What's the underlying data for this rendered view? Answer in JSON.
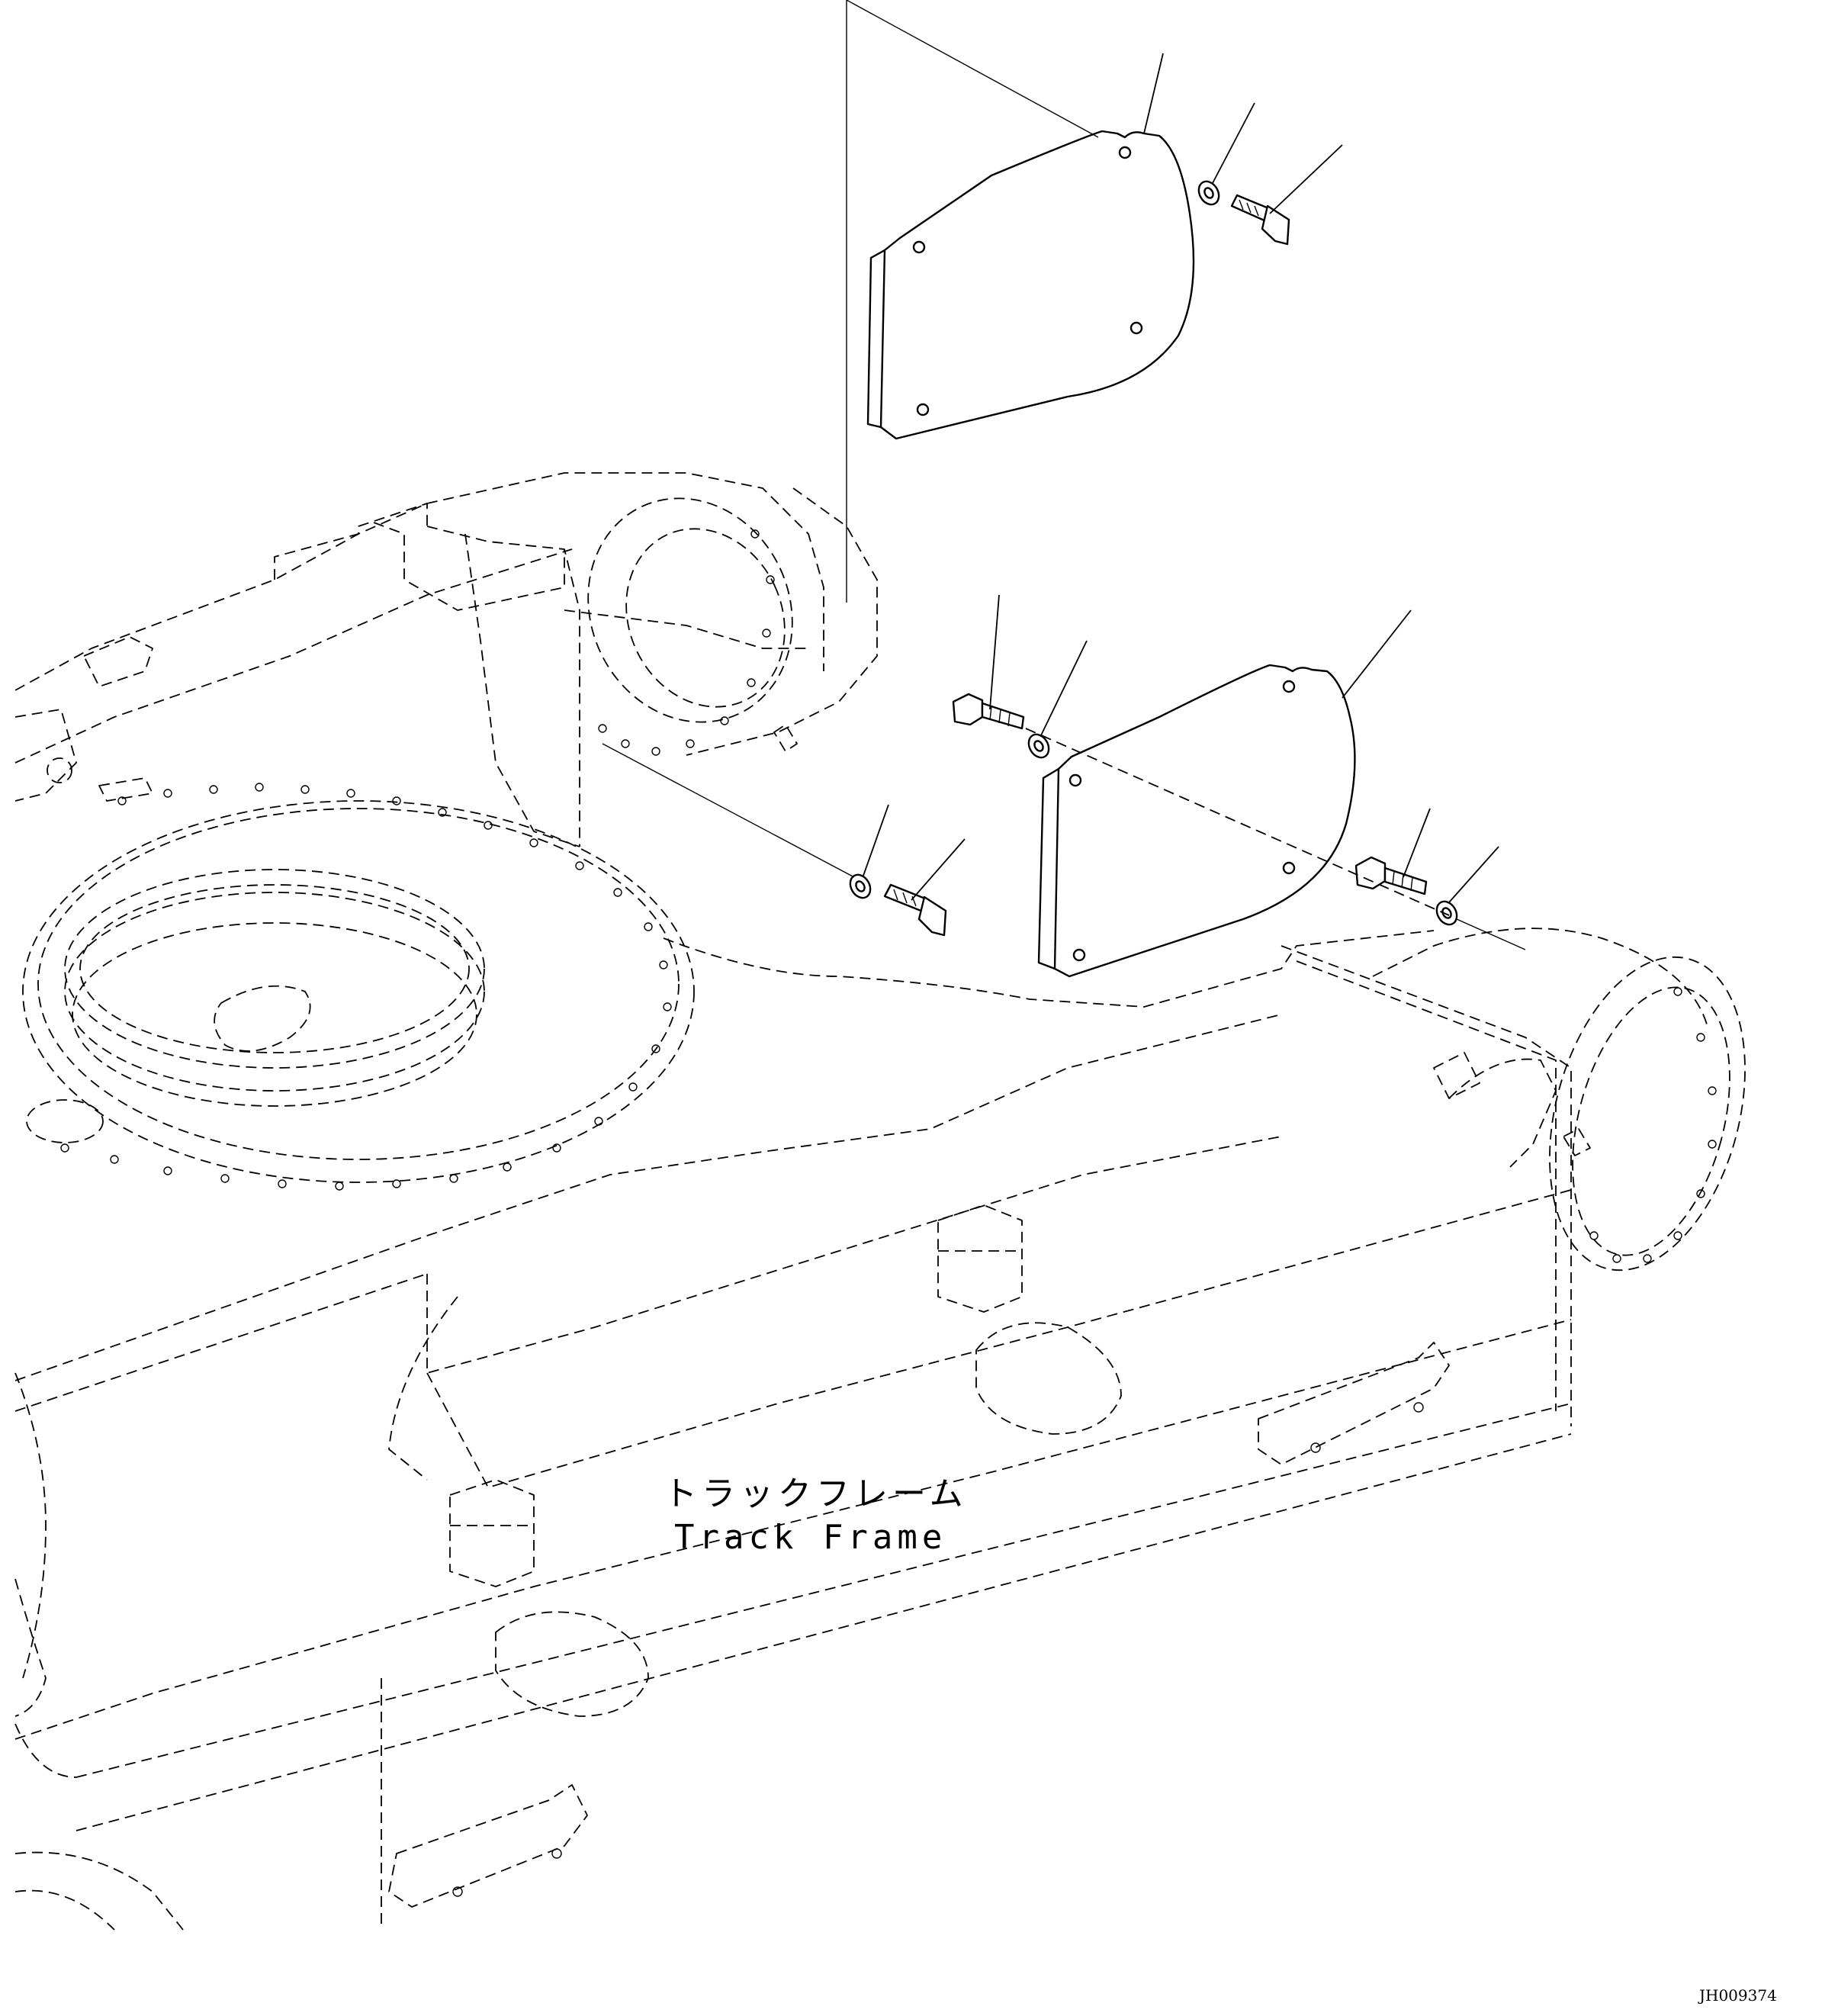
{
  "callout": {
    "japanese": "トラックフレーム",
    "english": "Track Frame"
  },
  "drawing_number": "JH009374",
  "colors": {
    "line": "#000000",
    "background": "#ffffff"
  }
}
